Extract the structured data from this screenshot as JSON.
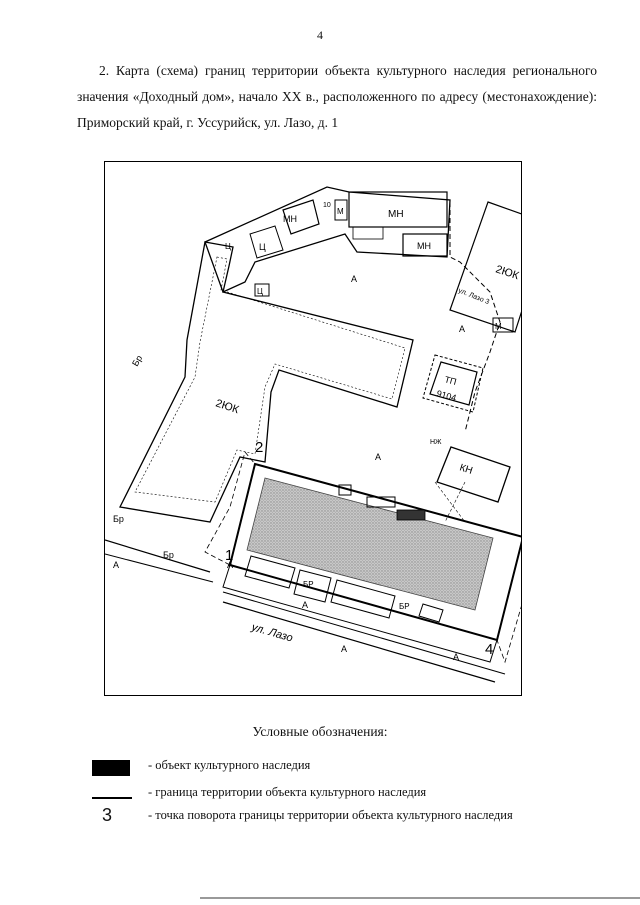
{
  "page_number": "4",
  "heading": {
    "text": "2. Карта (схема) границ территории объекта культурного наследия регионального значения «Доходный дом», начало XX в., расположенного по адресу (местонахождение): Приморский край, г. Уссурийск, ул. Лазо, д. 1"
  },
  "map": {
    "street_label": "ул. Лазо",
    "labels": {
      "mn1": "МН",
      "mn2": "МН",
      "mn3": "МН",
      "m1": "М",
      "m2": "М",
      "ts1": "Ц",
      "ts2": "Ц",
      "u1": "Ц",
      "yuk1": "2ЮК",
      "yuk2": "2ЮК",
      "a1": "А",
      "a2": "А",
      "a3": "А",
      "a4": "А",
      "a5": "А",
      "a6": "А",
      "a7": "А",
      "a8": "А",
      "br1": "Бр",
      "br2": "Бр",
      "br3": "Бр",
      "br4": "БР",
      "br5": "БР",
      "tp": "ТП",
      "tp_num": "9104",
      "kn": "КН",
      "lazo3": "ул. Лазо 3",
      "nh": "НЖ",
      "ten": "10"
    },
    "points": {
      "p1": "1",
      "p2": "2",
      "p3": "3",
      "p4": "4"
    }
  },
  "legend": {
    "title": "Условные обозначения:",
    "items": [
      {
        "label": "- объект культурного наследия"
      },
      {
        "label": "- граница территории объекта культурного наследия"
      },
      {
        "label": "- точка поворота границы территории объекта культурного наследия",
        "symbol": "3"
      }
    ]
  }
}
